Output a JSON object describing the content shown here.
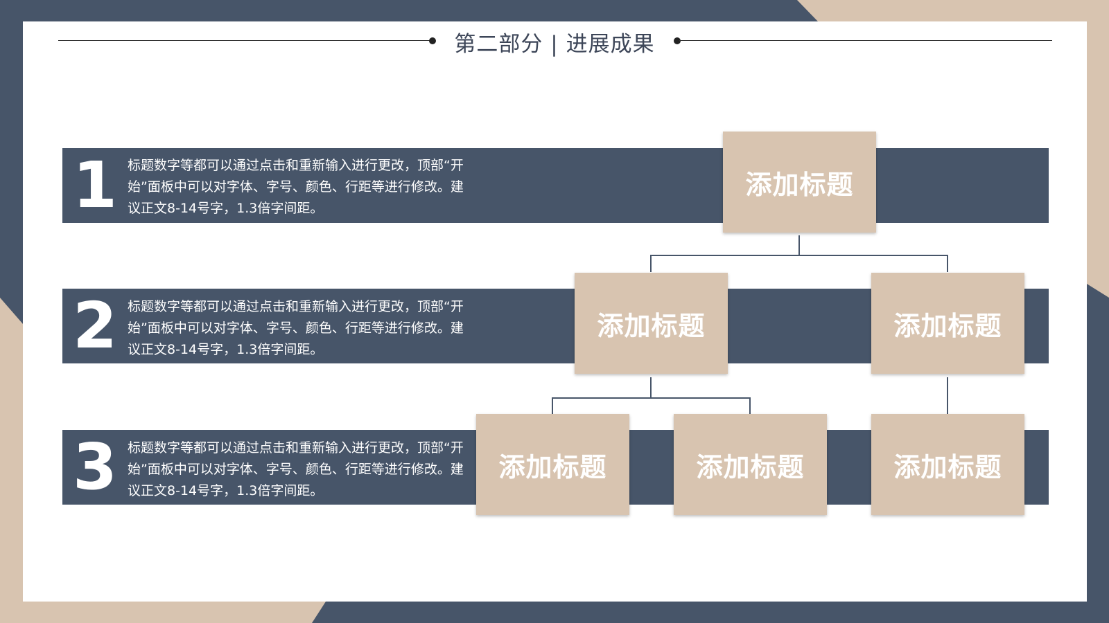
{
  "colors": {
    "navy": "#475569",
    "beige": "#d8c4b0",
    "white": "#ffffff",
    "title_text": "#3d4658"
  },
  "header": {
    "title": "第二部分 | 进展成果"
  },
  "rows": [
    {
      "number": "1",
      "text": "标题数字等都可以通过点击和重新输入进行更改，顶部“开始”面板中可以对字体、字号、颜色、行距等进行修改。建议正文8-14号字，1.3倍字间距。"
    },
    {
      "number": "2",
      "text": "标题数字等都可以通过点击和重新输入进行更改，顶部“开始”面板中可以对字体、字号、颜色、行距等进行修改。建议正文8-14号字，1.3倍字间距。"
    },
    {
      "number": "3",
      "text": "标题数字等都可以通过点击和重新输入进行更改，顶部“开始”面板中可以对字体、字号、颜色、行距等进行修改。建议正文8-14号字，1.3倍字间距。"
    }
  ],
  "tree": {
    "root": "添加标题",
    "level2": [
      "添加标题",
      "添加标题"
    ],
    "level3": [
      "添加标题",
      "添加标题",
      "添加标题"
    ]
  }
}
